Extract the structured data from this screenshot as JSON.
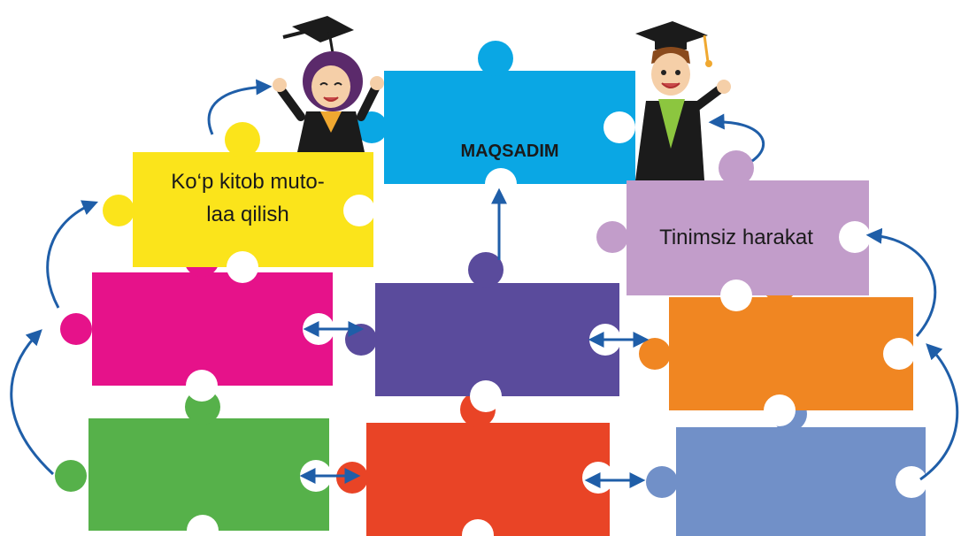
{
  "pieces": [
    {
      "id": "goal",
      "lines": [
        "MAQSADIM"
      ],
      "color": "#0aa7e4"
    },
    {
      "id": "reading",
      "lines": [
        "Ko‘p  kitob  muto-",
        "laa  qilish"
      ],
      "color": "#fbe41b"
    },
    {
      "id": "effort",
      "lines": [
        "Tinimsiz  harakat"
      ],
      "color": "#c29dca"
    },
    {
      "id": "magenta",
      "lines": [],
      "color": "#e6128a"
    },
    {
      "id": "purple",
      "lines": [],
      "color": "#5a4b9c"
    },
    {
      "id": "orange",
      "lines": [],
      "color": "#f08622"
    },
    {
      "id": "green",
      "lines": [],
      "color": "#56b14a"
    },
    {
      "id": "red",
      "lines": [],
      "color": "#e94426"
    },
    {
      "id": "blue",
      "lines": [],
      "color": "#7190c8"
    }
  ],
  "arrow_color": "#1f5ea8",
  "figures": [
    {
      "id": "girl-graduate",
      "gown": "#1b1b1b",
      "hair": "#5b2a6b"
    },
    {
      "id": "boy-graduate",
      "gown": "#1b1b1b",
      "collar": "#8cc63f"
    }
  ]
}
